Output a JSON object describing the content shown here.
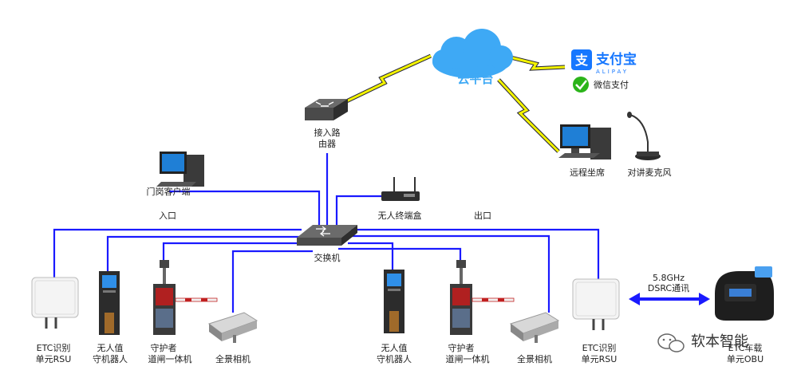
{
  "cloud": {
    "label": "云平台"
  },
  "alipay": {
    "cn": "支付宝",
    "en": "ALIPAY"
  },
  "wechat": {
    "label": "微信支付"
  },
  "router": {
    "label_l1": "接入路",
    "label_l2": "由器"
  },
  "remote_seat": {
    "label": "远程坐席"
  },
  "microphone": {
    "label": "对讲麦克风"
  },
  "gate_client": {
    "label": "门岗客户端"
  },
  "terminal_box": {
    "label": "无人终端盒"
  },
  "entrance": {
    "label": "入口"
  },
  "exit": {
    "label": "出口"
  },
  "switch": {
    "label": "交换机"
  },
  "dsrc": {
    "l1": "5.8GHz",
    "l2": "DSRC通讯"
  },
  "rsu_left": {
    "l1": "ETC识别",
    "l2": "单元RSU"
  },
  "robot_left": {
    "l1": "无人值",
    "l2": "守机器人"
  },
  "guardian_left": {
    "l1": "守护者",
    "l2": "道闸一体机"
  },
  "camera_left": {
    "label": "全景相机"
  },
  "robot_right": {
    "l1": "无人值",
    "l2": "守机器人"
  },
  "guardian_right": {
    "l1": "守护者",
    "l2": "道闸一体机"
  },
  "camera_right": {
    "label": "全景相机"
  },
  "rsu_right": {
    "l1": "ETC识别",
    "l2": "单元RSU"
  },
  "obu": {
    "l1": "ETC车载",
    "l2": "单元OBU"
  },
  "watermark": {
    "label": "软本智能"
  },
  "colors": {
    "link": "#1a1aff",
    "wireless": "#e8e800",
    "cloud": "#3ea9f5"
  }
}
